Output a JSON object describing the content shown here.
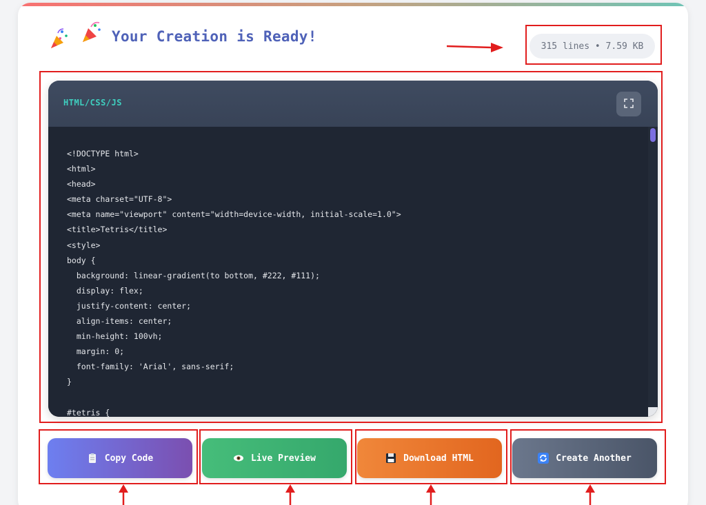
{
  "header": {
    "title": "Your Creation is Ready!",
    "icons": [
      "confetti-icon",
      "party-popper-icon"
    ]
  },
  "stats": {
    "text": "315 lines • 7.59 KB"
  },
  "code_panel": {
    "language": "HTML/CSS/JS",
    "expand_icon": "expand-icon",
    "lines": [
      "<!DOCTYPE html>",
      "<html>",
      "<head>",
      "<meta charset=\"UTF-8\">",
      "<meta name=\"viewport\" content=\"width=device-width, initial-scale=1.0\">",
      "<title>Tetris</title>",
      "<style>",
      "body {",
      "  background: linear-gradient(to bottom, #222, #111);",
      "  display: flex;",
      "  justify-content: center;",
      "  align-items: center;",
      "  min-height: 100vh;",
      "  margin: 0;",
      "  font-family: 'Arial', sans-serif;",
      "}",
      "",
      "#tetris {"
    ]
  },
  "actions": {
    "copy": {
      "label": "Copy Code",
      "icon": "clipboard-icon"
    },
    "preview": {
      "label": "Live Preview",
      "icon": "eye-icon"
    },
    "download": {
      "label": "Download HTML",
      "icon": "floppy-disk-icon"
    },
    "another": {
      "label": "Create Another",
      "icon": "refresh-icon"
    }
  },
  "colors": {
    "title": "#4f62b8",
    "language_label": "#3fd0c0",
    "annotation": "#e11d1d"
  }
}
